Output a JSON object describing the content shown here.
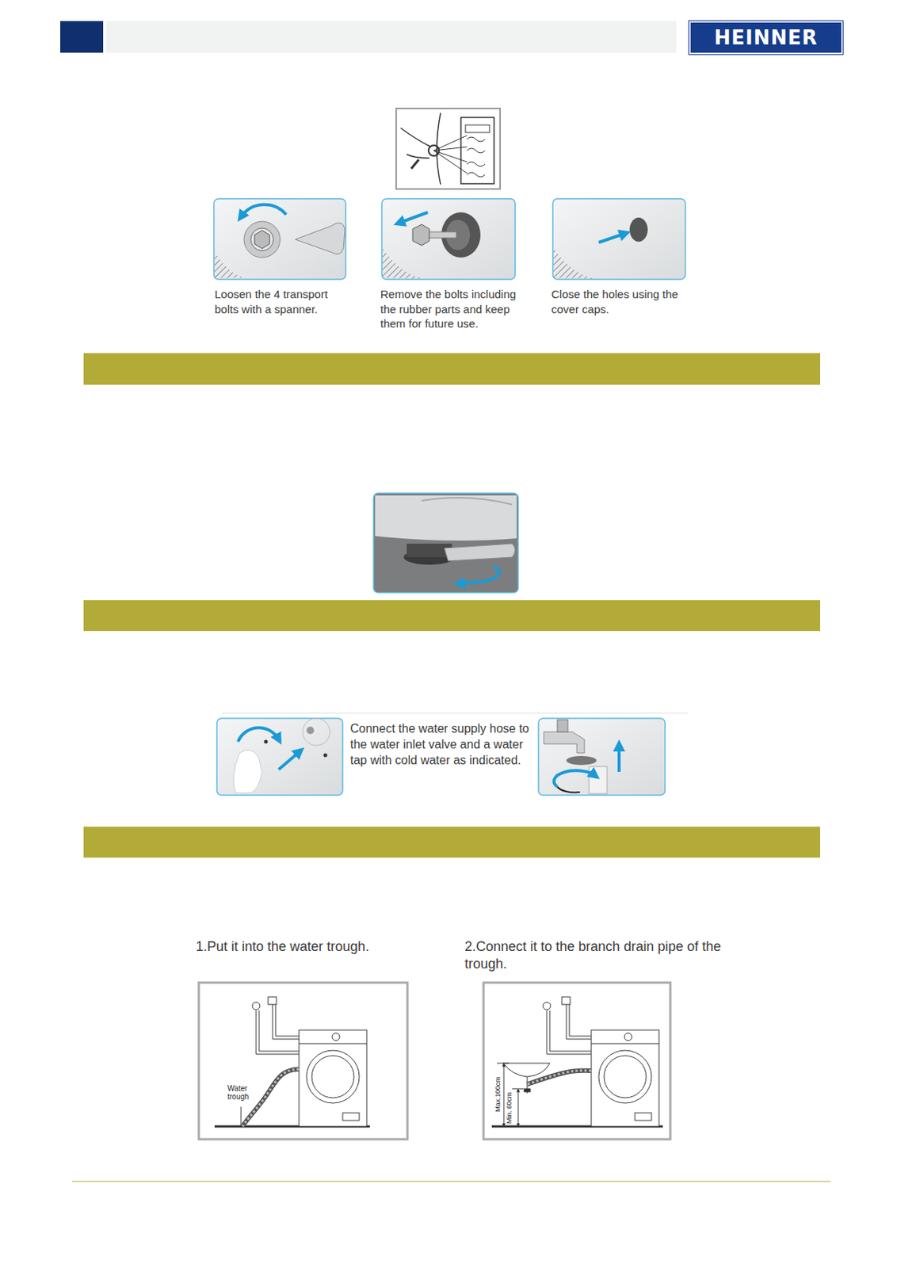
{
  "diagram": {
    "nodes": [
      {
        "text": [
          "HEINNER"
        ]
      }
    ],
    "labels": [
      "Loosen the 4 transport bolts with a spanner.",
      "Remove the bolts including the rubber parts and keep them for future use.",
      "Close the holes using the cover caps.",
      "Connect the water supply hose to the water inlet valve and a water tap with cold water as indicated.",
      "1.Put it into the water trough.",
      "2.Connect it to the branch drain pipe of the trough.",
      "Water trough",
      "Max.100cm",
      "Min. 60cm"
    ]
  }
}
